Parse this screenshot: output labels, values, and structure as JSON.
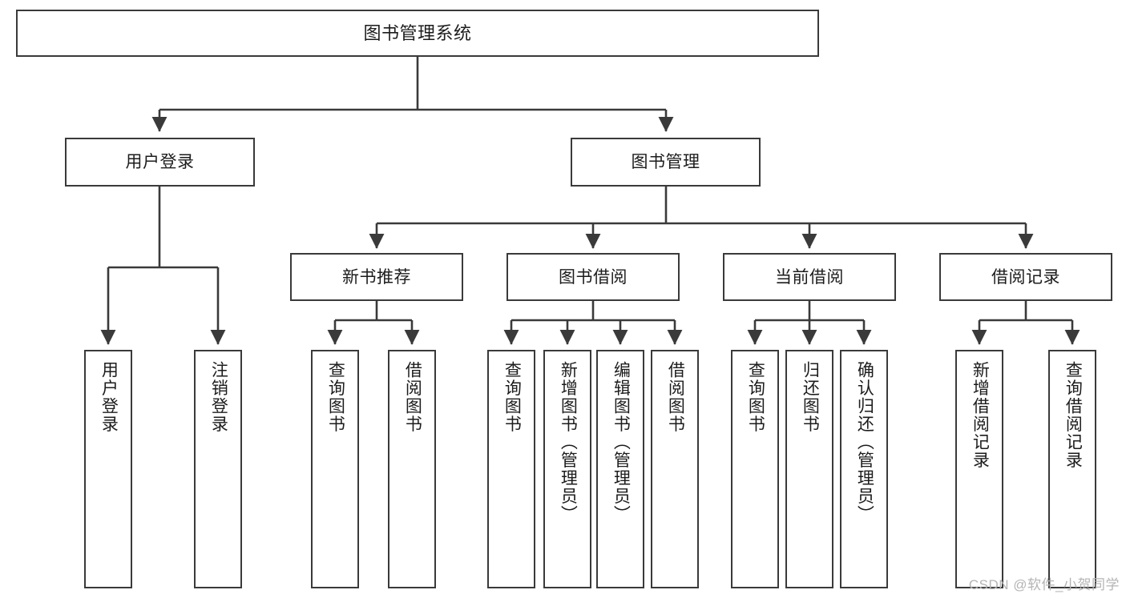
{
  "diagram": {
    "title": "图书管理系统",
    "type": "hierarchy-tree",
    "root": {
      "label": "图书管理系统"
    },
    "level2": [
      {
        "id": "user-login",
        "label": "用户登录"
      },
      {
        "id": "book-management",
        "label": "图书管理"
      }
    ],
    "level3": [
      {
        "id": "new-book-recommend",
        "label": "新书推荐",
        "parent": "book-management"
      },
      {
        "id": "book-borrow",
        "label": "图书借阅",
        "parent": "book-management"
      },
      {
        "id": "current-borrow",
        "label": "当前借阅",
        "parent": "book-management"
      },
      {
        "id": "borrow-record",
        "label": "借阅记录",
        "parent": "book-management"
      }
    ],
    "leaves": [
      {
        "id": "leaf-user-login",
        "label": "用户登录",
        "parent": "user-login"
      },
      {
        "id": "leaf-logout-login",
        "label": "注销登录",
        "parent": "user-login"
      },
      {
        "id": "leaf-query-book-1",
        "label": "查询图书",
        "parent": "new-book-recommend"
      },
      {
        "id": "leaf-borrow-book-1",
        "label": "借阅图书",
        "parent": "new-book-recommend"
      },
      {
        "id": "leaf-query-book-2",
        "label": "查询图书",
        "parent": "book-borrow"
      },
      {
        "id": "leaf-add-book",
        "label": "新增图书（管理员）",
        "parent": "book-borrow"
      },
      {
        "id": "leaf-edit-book",
        "label": "编辑图书（管理员）",
        "parent": "book-borrow"
      },
      {
        "id": "leaf-borrow-book-2",
        "label": "借阅图书",
        "parent": "book-borrow"
      },
      {
        "id": "leaf-query-book-3",
        "label": "查询图书",
        "parent": "current-borrow"
      },
      {
        "id": "leaf-return-book",
        "label": "归还图书",
        "parent": "current-borrow"
      },
      {
        "id": "leaf-confirm-return",
        "label": "确认归还（管理员）",
        "parent": "current-borrow"
      },
      {
        "id": "leaf-add-record",
        "label": "新增借阅记录",
        "parent": "borrow-record"
      },
      {
        "id": "leaf-query-record",
        "label": "查询借阅记录",
        "parent": "borrow-record"
      }
    ]
  },
  "watermark": {
    "text": "CSDN @软件_小贺同学"
  },
  "colors": {
    "stroke": "#3a3a3a",
    "background": "#ffffff",
    "text": "#1c1c1c",
    "watermark": "#b4b4b4"
  }
}
